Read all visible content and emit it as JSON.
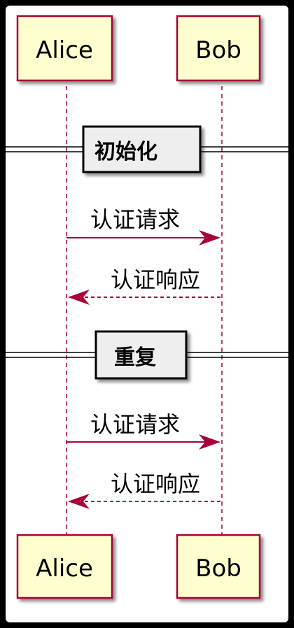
{
  "participants": {
    "left": "Alice",
    "right": "Bob"
  },
  "groups": [
    {
      "title": "初始化",
      "messages": [
        {
          "label": "认证请求",
          "direction": "request",
          "style": "solid"
        },
        {
          "label": "认证响应",
          "direction": "response",
          "style": "dashed"
        }
      ]
    },
    {
      "title": "重复",
      "messages": [
        {
          "label": "认证请求",
          "direction": "request",
          "style": "solid"
        },
        {
          "label": "认证响应",
          "direction": "response",
          "style": "dashed"
        }
      ]
    }
  ],
  "colors": {
    "participant_fill": "#FEFECE",
    "participant_border": "#A80036",
    "lifeline": "#A80036",
    "arrow": "#A80036",
    "divider_fill": "#EEEEEE",
    "divider_border": "#000000"
  }
}
